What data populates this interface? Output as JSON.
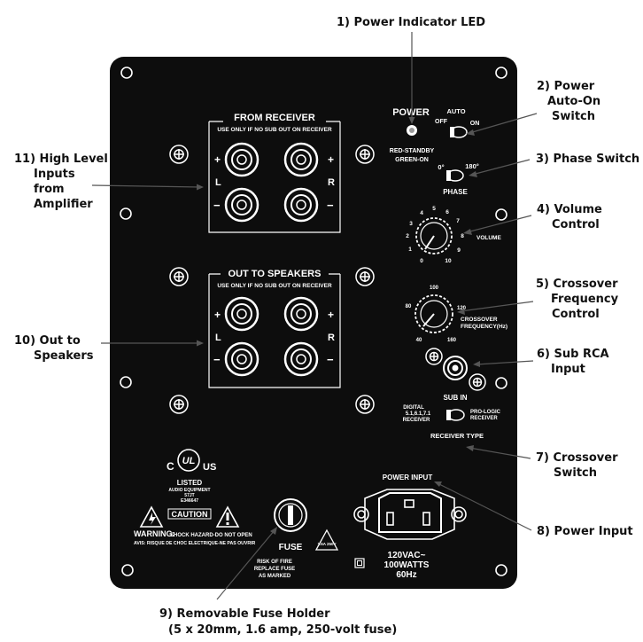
{
  "callouts": {
    "c1": "1) Power Indicator LED",
    "c2": [
      "2) Power",
      "Auto-On",
      "Switch"
    ],
    "c3": "3) Phase Switch",
    "c4": [
      "4) Volume",
      "Control"
    ],
    "c5": [
      "5) Crossover",
      "Frequency",
      "Control"
    ],
    "c6": [
      "6) Sub RCA",
      "Input"
    ],
    "c7": [
      "7) Crossover",
      "Switch"
    ],
    "c8": "8) Power Input",
    "c9": [
      "9) Removable Fuse Holder",
      "(5 x 20mm, 1.6 amp, 250-volt fuse)"
    ],
    "c10": [
      "10) Out to",
      "Speakers"
    ],
    "c11": [
      "11) High Level",
      "Inputs",
      "from",
      "Amplifier"
    ]
  },
  "panel": {
    "from_receiver": "FROM RECEIVER",
    "out_to_speakers": "OUT TO SPEAKERS",
    "use_only": "USE ONLY IF NO SUB OUT ON RECEIVER",
    "plus": "+",
    "minus": "−",
    "left": "L",
    "right": "R",
    "power": "POWER",
    "auto": "AUTO",
    "off": "OFF",
    "on": "ON",
    "led_states": [
      "RED-STANDBY",
      "GREEN-ON"
    ],
    "phase_0": "0°",
    "phase_180": "180°",
    "phase": "PHASE",
    "volume": "VOLUME",
    "volume_ticks": [
      "0",
      "1",
      "2",
      "3",
      "4",
      "5",
      "6",
      "7",
      "8",
      "9",
      "10"
    ],
    "crossover_label": [
      "CROSSOVER",
      "FREQUENCY(Hz)"
    ],
    "crossover_ticks": [
      "40",
      "80",
      "100",
      "120",
      "160"
    ],
    "sub_in": "SUB IN",
    "digital": [
      "DIGITAL",
      "5.1,6.1,7.1",
      "RECEIVER"
    ],
    "pro_logic": [
      "PRO-LOGIC",
      "RECEIVER"
    ],
    "receiver_type": "RECEIVER TYPE",
    "power_input": "POWER INPUT",
    "voltage": [
      "120VAC~",
      "100WATTS",
      "60Hz"
    ],
    "fuse": "FUSE",
    "fuse_note": [
      "RISK OF FIRE",
      "REPLACE FUSE",
      "AS MARKED"
    ],
    "ul_mark": "UL",
    "ul_c": "C",
    "ul_us": "US",
    "listed": "LISTED",
    "audio_equipment": [
      "AUDIO EQUIPMENT",
      "57JT",
      "E346647"
    ],
    "caution": "CAUTION",
    "warning": "WARNING:",
    "warning_text": "SHOCK HAZARD-DO NOT OPEN",
    "avis": "AVIS: RISQUE DE CHOC ELECTRIQUE-NE PAS OUVRIR",
    "fuse_tri": "1.6A 250V"
  }
}
